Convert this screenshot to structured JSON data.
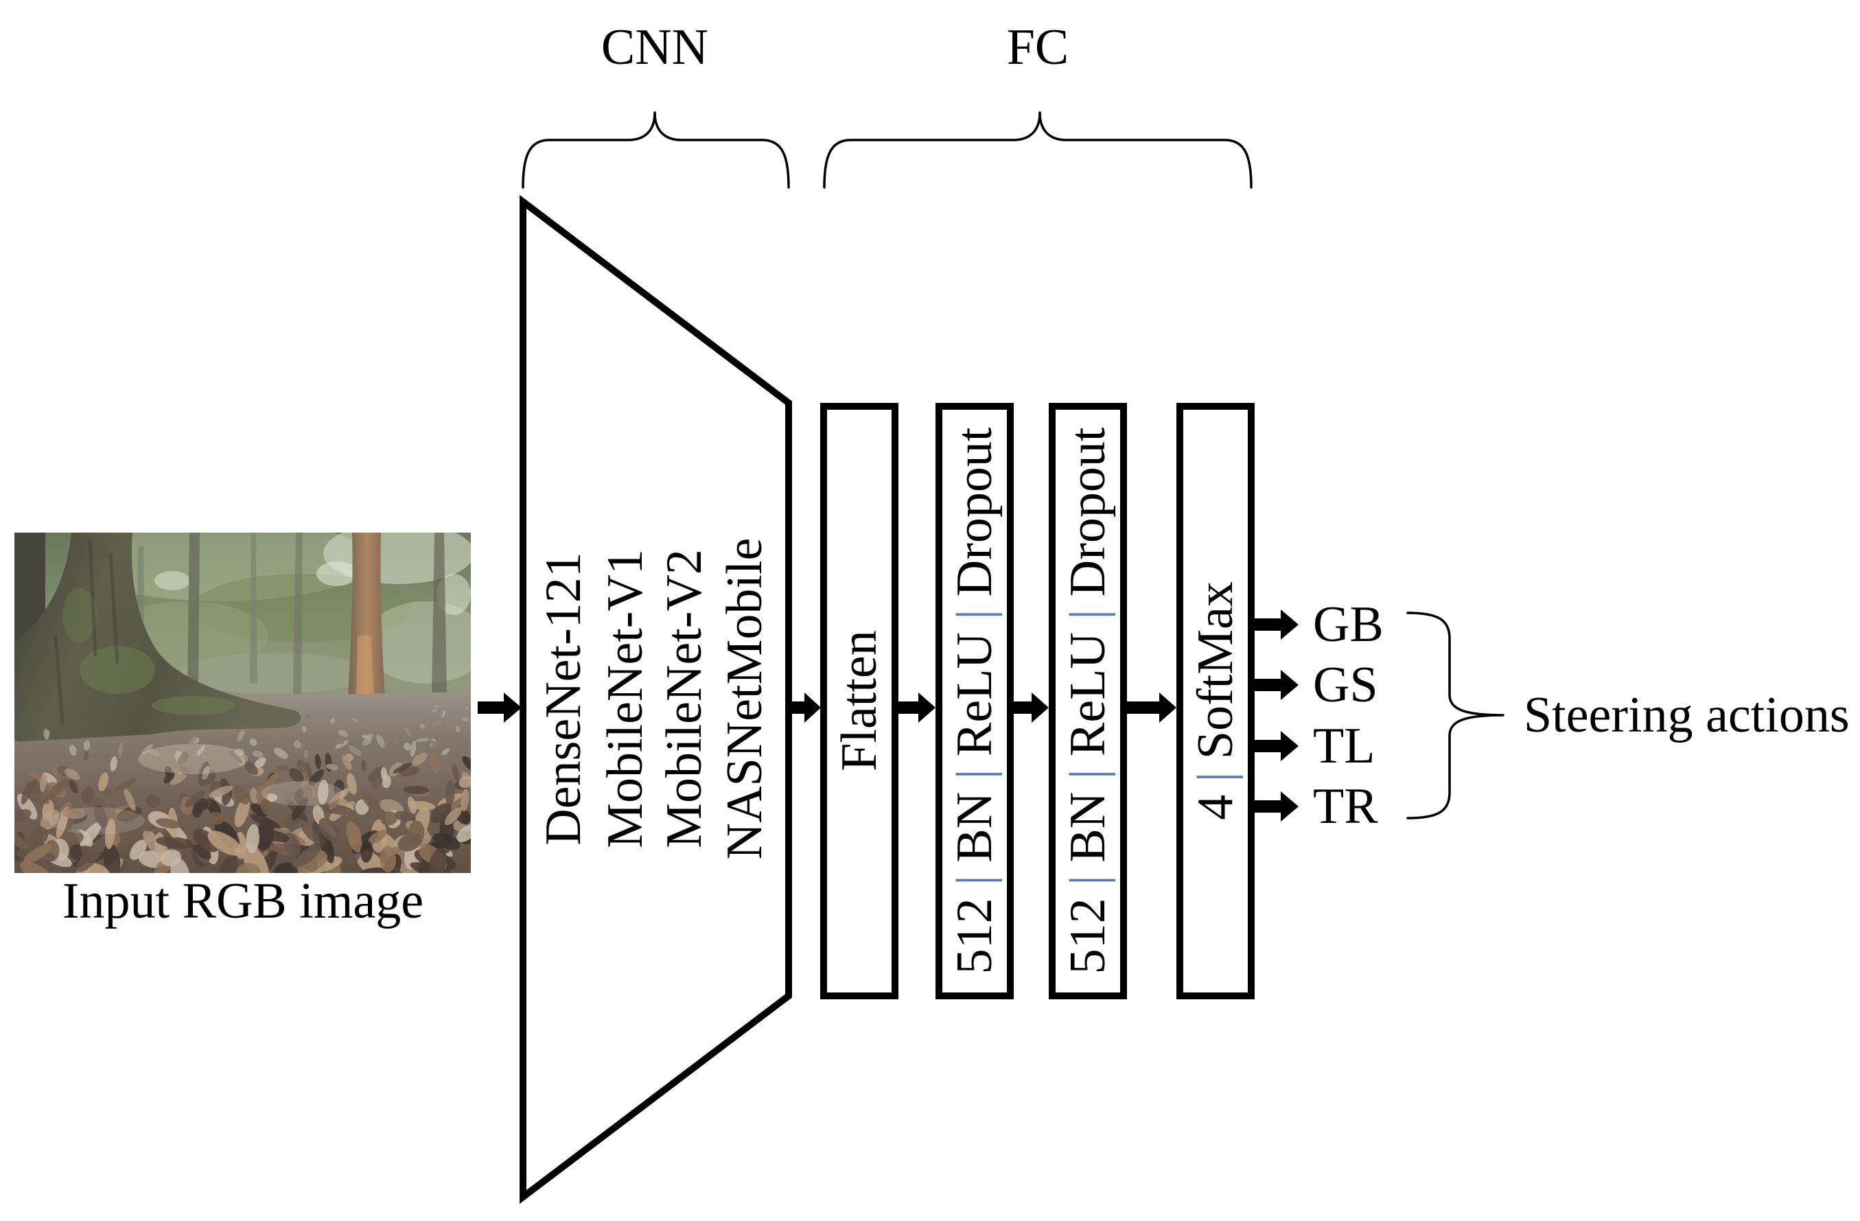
{
  "diagram": {
    "input": {
      "label": "Input RGB image"
    },
    "cnn": {
      "group_label": "CNN",
      "backbones": [
        "DenseNet-121",
        "MobileNet-V1",
        "MobileNet-V2",
        "NASNetMobile"
      ]
    },
    "fc": {
      "group_label": "FC",
      "separator": "|",
      "layers": [
        {
          "segments": [
            "Flatten"
          ]
        },
        {
          "segments": [
            "512",
            "BN",
            "ReLU",
            "Dropout"
          ]
        },
        {
          "segments": [
            "512",
            "BN",
            "ReLU",
            "Dropout"
          ]
        },
        {
          "segments": [
            "4",
            "SoftMax"
          ]
        }
      ]
    },
    "outputs": {
      "actions": [
        "GB",
        "GS",
        "TL",
        "TR"
      ],
      "group_label": "Steering actions"
    },
    "colors": {
      "stroke": "#000000",
      "separator": "#5b7db1"
    }
  }
}
